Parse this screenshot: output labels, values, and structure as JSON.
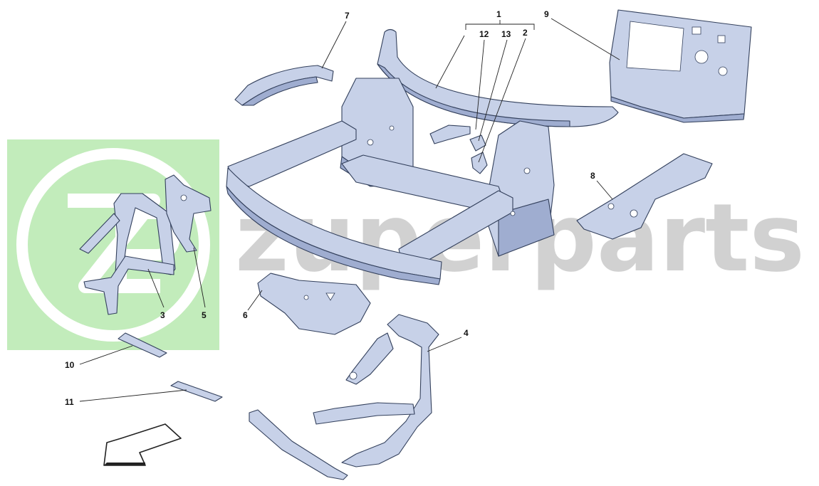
{
  "colors": {
    "part_fill": "#c7d1e8",
    "part_shade": "#9fadd0",
    "outline": "#33405c",
    "watermark_green": "#aee6a4",
    "watermark_gray": "#9b9b9b"
  },
  "watermark": {
    "text": "zuperparts",
    "logo_letters": "ZP"
  },
  "callouts": {
    "c1": "1",
    "c2": "2",
    "c3": "3",
    "c4": "4",
    "c5": "5",
    "c6": "6",
    "c7": "7",
    "c8": "8",
    "c9": "9",
    "c10": "10",
    "c11": "11",
    "c12": "12",
    "c13": "13"
  },
  "icons": {
    "direction": "front-direction-arrow-icon"
  }
}
